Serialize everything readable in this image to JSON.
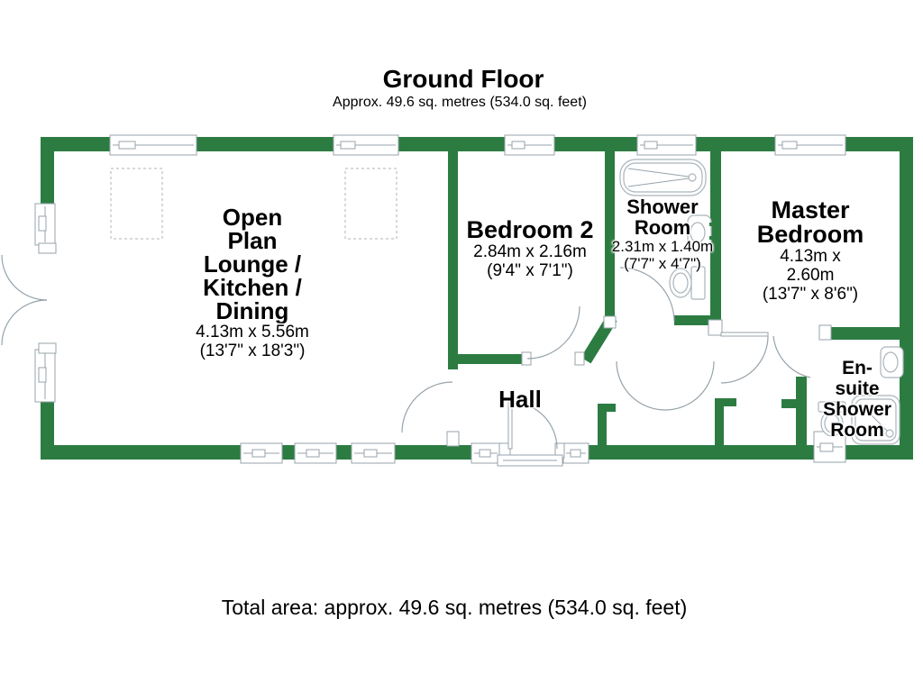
{
  "header": {
    "title": "Ground Floor",
    "subtitle": "Approx. 49.6 sq. metres (534.0 sq. feet)"
  },
  "rooms": {
    "lounge": {
      "name": "Open Plan Lounge / Kitchen / Dining",
      "lines": [
        "Open",
        "Plan",
        "Lounge /",
        "Kitchen /",
        "Dining"
      ],
      "metric": "4.13m x 5.56m",
      "imperial": "(13'7\" x 18'3\")"
    },
    "bedroom2": {
      "name": "Bedroom 2",
      "lines": [
        "Bedroom 2"
      ],
      "metric": "2.84m x 2.16m",
      "imperial": "(9'4\" x 7'1\")"
    },
    "shower_room": {
      "name": "Shower Room",
      "lines": [
        "Shower",
        "Room"
      ],
      "metric": "2.31m x 1.40m",
      "imperial": "(7'7\" x 4'7\")"
    },
    "master_bedroom": {
      "name": "Master Bedroom",
      "lines": [
        "Master",
        "Bedroom"
      ],
      "metric": "4.13m x 2.60m",
      "imperial": "(13'7\" x 8'6\")"
    },
    "hall": {
      "name": "Hall",
      "lines": [
        "Hall"
      ]
    },
    "ensuite": {
      "name": "En-suite Shower Room",
      "lines": [
        "En-suite",
        "Shower",
        "Room"
      ]
    }
  },
  "fixtures": {
    "shower_room": [
      "bath",
      "wash-basin",
      "toilet"
    ],
    "ensuite": [
      "wash-basin",
      "toilet",
      "shower-tray"
    ]
  },
  "footer": {
    "total_area": "Total area: approx. 49.6 sq. metres (534.0 sq. feet)"
  },
  "colors": {
    "wall_green": "#2c7c42",
    "line_gray": "#97a3ab",
    "fixture_gray": "#a9b4bb",
    "text_black": "#000000"
  }
}
